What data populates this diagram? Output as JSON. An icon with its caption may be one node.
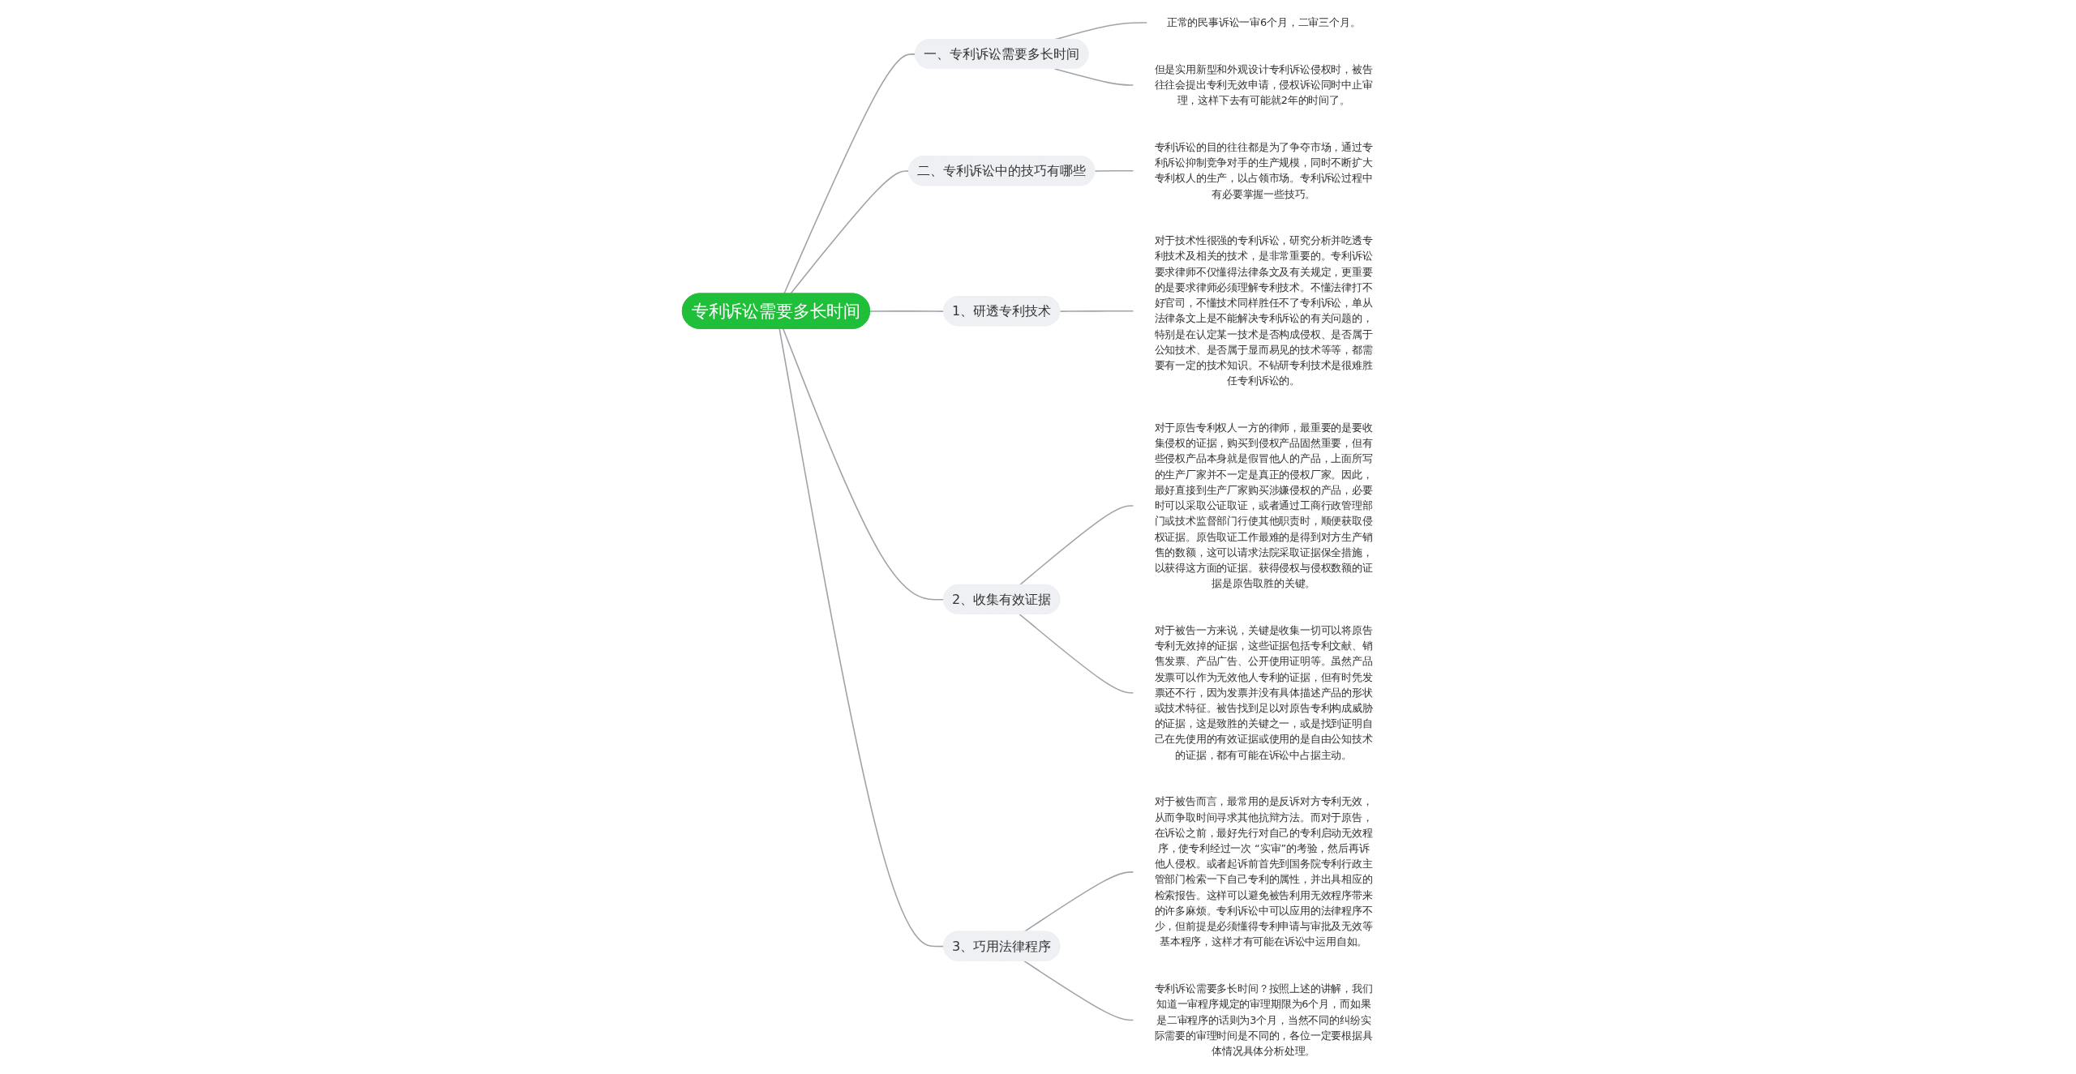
{
  "diagram": {
    "nodes": [
      {
        "text": [
          "专利诉讼需要多长时间"
        ]
      },
      {
        "text": [
          "一、专利诉讼需要多长时间"
        ]
      },
      {
        "text": [
          "正常的民事诉讼一审6个月，二审三个月。"
        ]
      },
      {
        "text": [
          "但是实用新型和外观设计专利诉讼侵权时，被告往往会提出专利无效申请，侵权诉讼同时中止审理，这样下去有可能就2年的时间了。"
        ]
      },
      {
        "text": [
          "二、专利诉讼中的技巧有哪些"
        ]
      },
      {
        "text": [
          "专利诉讼的目的往往都是为了争夺市场，通过专利诉讼抑制竞争对手的生产规模，同时不断扩大专利权人的生产，以占领市场。专利诉讼过程中有必要掌握一些技巧。"
        ]
      },
      {
        "text": [
          "1、研透专利技术"
        ]
      },
      {
        "text": [
          "对于技术性很强的专利诉讼，研究分析并吃透专利技术及相关的技术，是非常重要的。专利诉讼要求律师不仅懂得法律条文及有关规定，更重要的是要求律师必须理解专利技术。不懂法律打不好官司，不懂技术同样胜任不了专利诉讼，单从法律条文上是不能解决专利诉讼的有关问题的，特别是在认定某一技术是否构成侵权、是否属于公知技术、是否属于显而易见的技术等等，都需要有一定的技术知识。不钻研专利技术是很难胜任专利诉讼的。"
        ]
      },
      {
        "text": [
          "2、收集有效证据"
        ]
      },
      {
        "text": [
          "对于原告专利权人一方的律师，最重要的是要收集侵权的证据，购买到侵权产品固然重要，但有些侵权产品本身就是假冒他人的产品，上面所写的生产厂家并不一定是真正的侵权厂家。因此，最好直接到生产厂家购买涉嫌侵权的产品，必要时可以采取公证取证，或者通过工商行政管理部门或技术监督部门行使其他职责时，顺便获取侵权证据。原告取证工作最难的是得到对方生产销售的数额，这可以请求法院采取证据保全措施，以获得这方面的证据。获得侵权与侵权数额的证据是原告取胜的关键。"
        ]
      },
      {
        "text": [
          "对于被告一方来说，关键是收集一切可以将原告专利无效掉的证据，这些证据包括专利文献、销售发票、产品广告、公开使用证明等。虽然产品发票可以作为无效他人专利的证据，但有时凭发票还不行，因为发票并没有具体描述产品的形状或技术特征。被告找到足以对原告专利构成威胁的证据，这是致胜的关键之一，或是找到证明自己在先使用的有效证据或使用的是自由公知技术的证据，都有可能在诉讼中占据主动。"
        ]
      },
      {
        "text": [
          "3、巧用法律程序"
        ]
      },
      {
        "text": [
          "对于被告而言，最常用的是反诉对方专利无效，从而争取时间寻求其他抗辩方法。而对于原告，在诉讼之前，最好先行对自己的专利启动无效程序，使专利经过一次 “实审”的考验，然后再诉他人侵权。或者起诉前首先到国务院专利行政主管部门检索一下自己专利的属性，并出具相应的检索报告。这样可以避免被告利用无效程序带来的许多麻烦。专利诉讼中可以应用的法律程序不少，但前提是必须懂得专利申请与审批及无效等基本程序，这样才有可能在诉讼中运用自如。"
        ]
      },
      {
        "text": [
          "专利诉讼需要多长时间？按照上述的讲解，我们知道一审程序规定的审理期限为6个月，而如果是二审程序的话则为3个月，当然不同的纠纷实际需要的审理时间是不同的，各位一定要根据具体情况具体分析处理。"
        ]
      }
    ],
    "edges": [
      {
        "from": 0,
        "to": 1,
        "arrow": "none"
      },
      {
        "from": 1,
        "to": 2,
        "arrow": "none"
      },
      {
        "from": 1,
        "to": 3,
        "arrow": "none"
      },
      {
        "from": 0,
        "to": 4,
        "arrow": "none"
      },
      {
        "from": 4,
        "to": 5,
        "arrow": "none"
      },
      {
        "from": 0,
        "to": 6,
        "arrow": "none"
      },
      {
        "from": 6,
        "to": 7,
        "arrow": "none"
      },
      {
        "from": 0,
        "to": 8,
        "arrow": "none"
      },
      {
        "from": 8,
        "to": 9,
        "arrow": "none"
      },
      {
        "from": 8,
        "to": 10,
        "arrow": "none"
      },
      {
        "from": 0,
        "to": 11,
        "arrow": "none"
      },
      {
        "from": 11,
        "to": 12,
        "arrow": "none"
      },
      {
        "from": 11,
        "to": 13,
        "arrow": "none"
      }
    ]
  }
}
